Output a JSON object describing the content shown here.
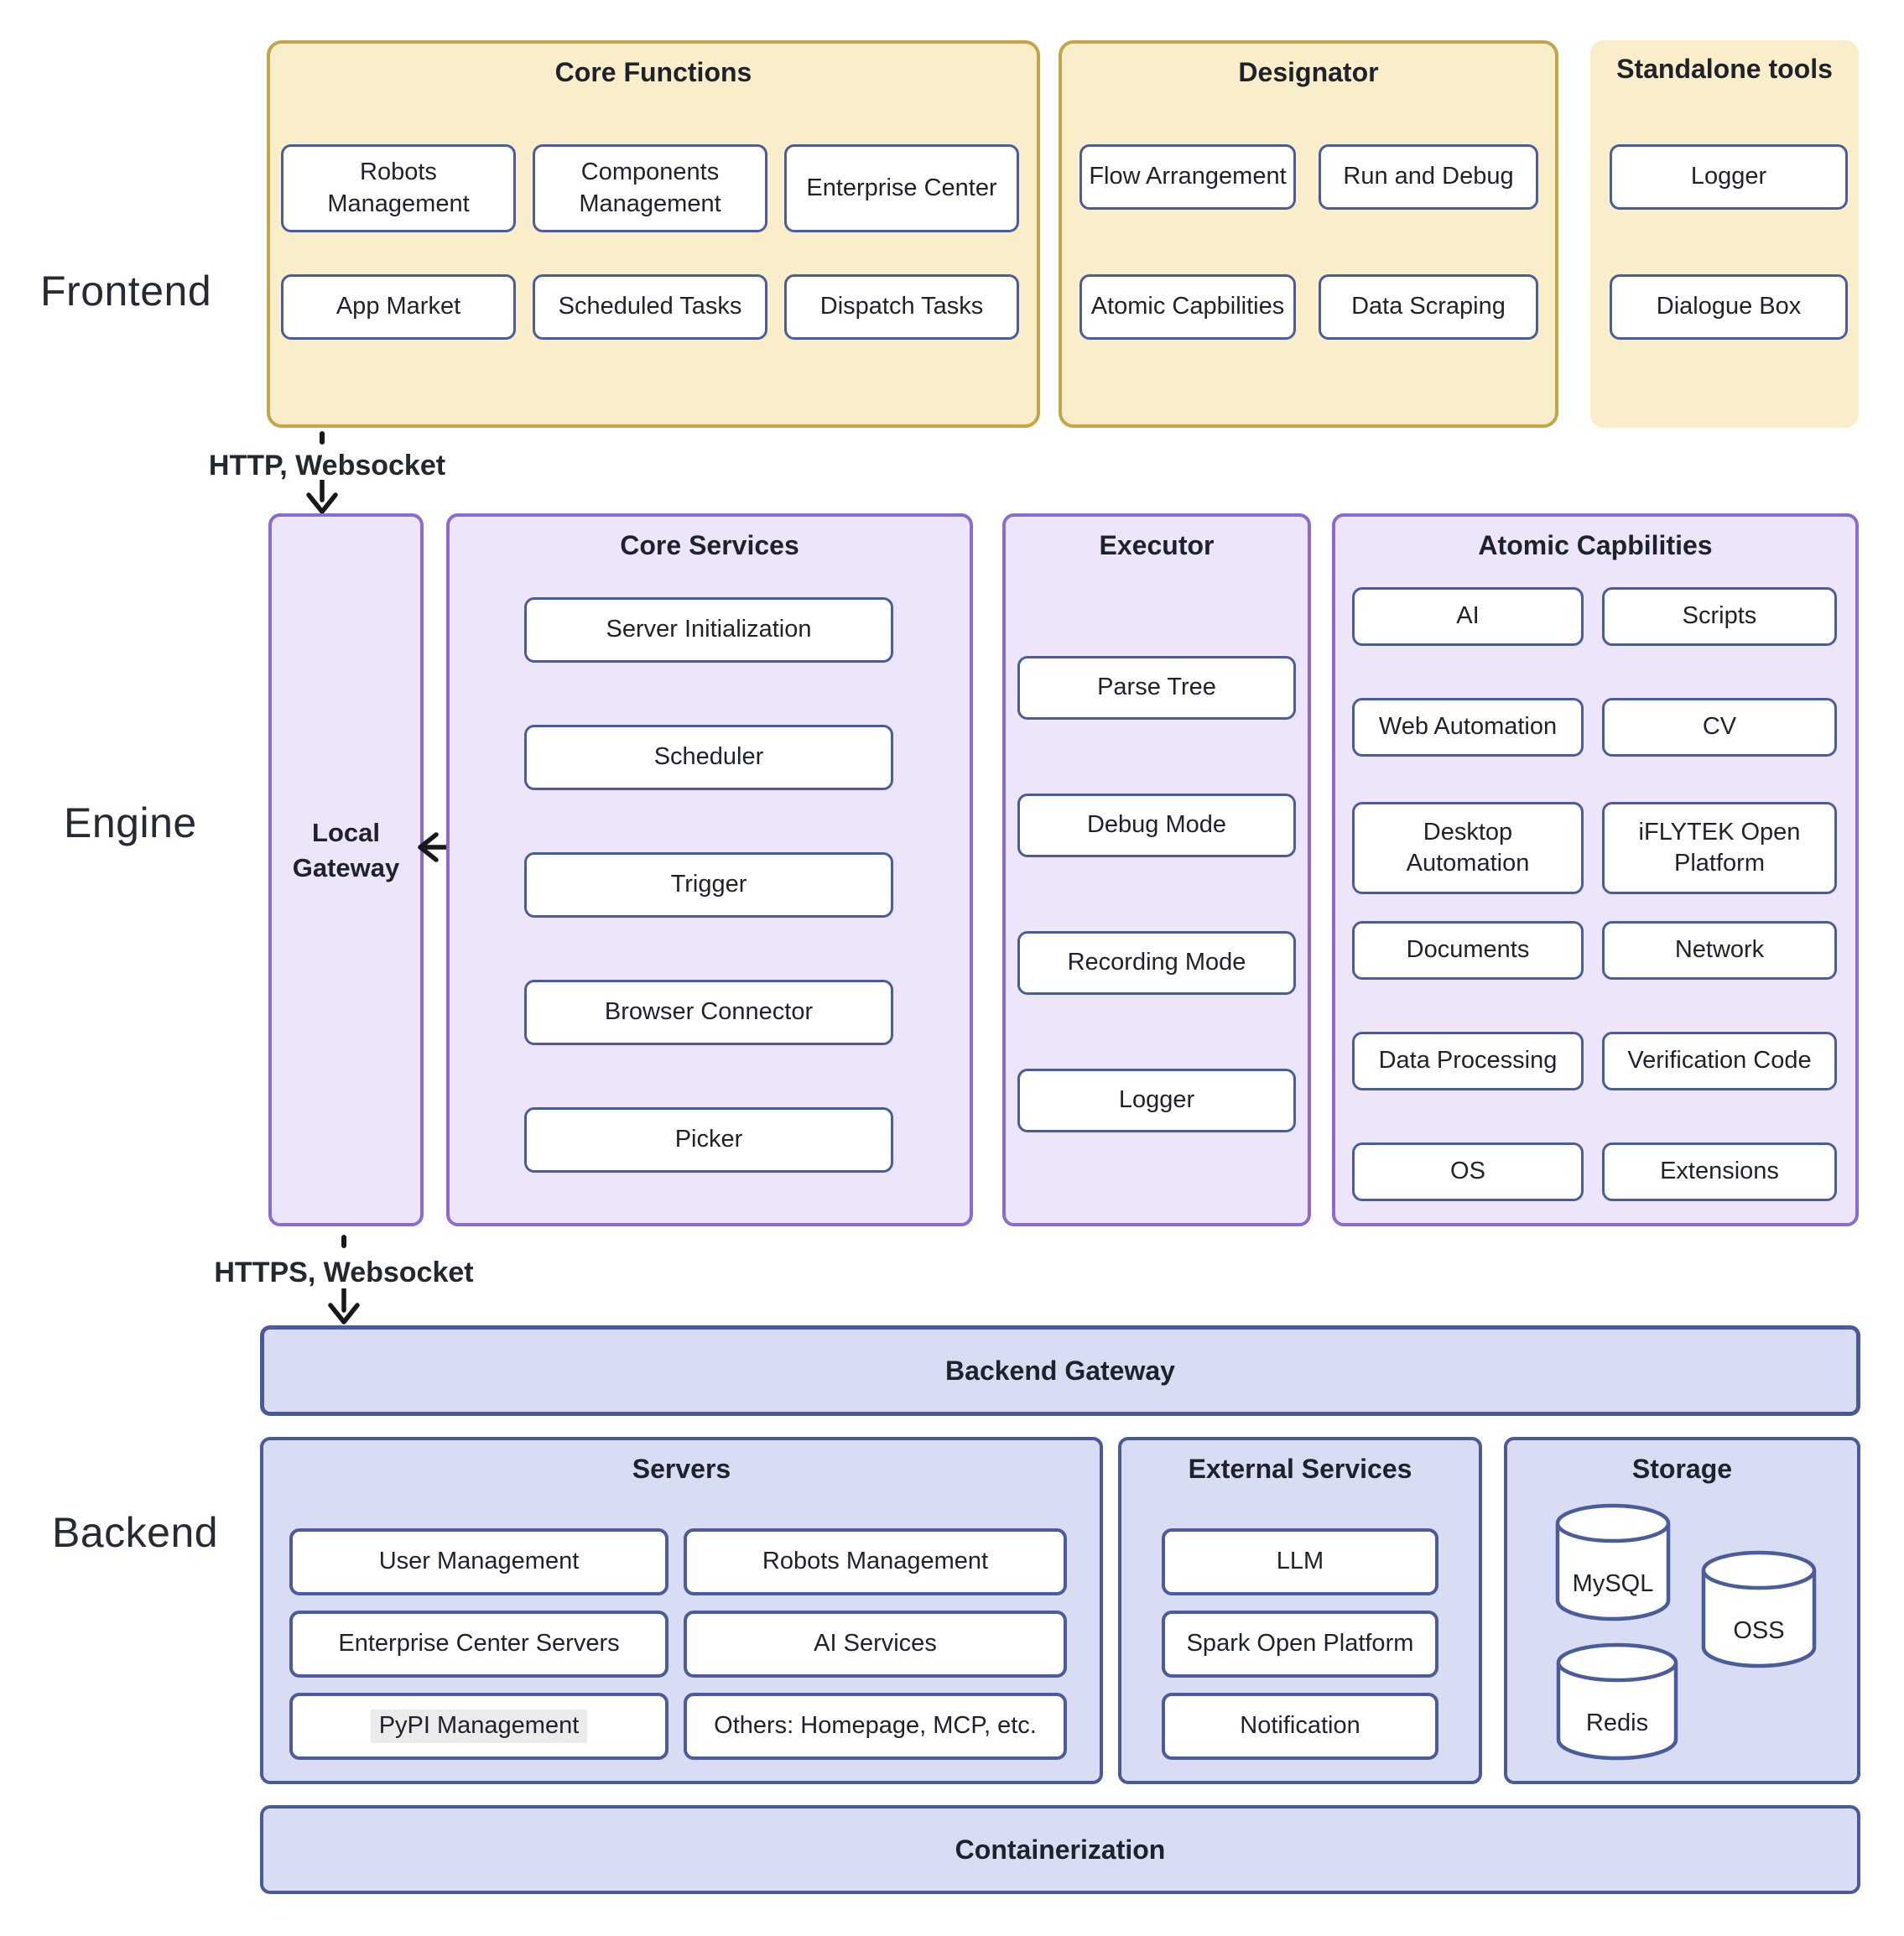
{
  "colors": {
    "yellow_fill": "#faedc9",
    "yellow_border": "#c6a548",
    "purple_fill": "#ede6fa",
    "purple_border": "#8a6bd1",
    "blue_fill": "#d8ddf3",
    "blue_border": "#49599b",
    "box_border": "#4a5c9b",
    "text": "#1e222b"
  },
  "section_labels": {
    "frontend": "Frontend",
    "engine": "Engine",
    "backend": "Backend"
  },
  "frontend": {
    "core_functions": {
      "title": "Core Functions",
      "items": [
        "Robots\nManagement",
        "Components\nManagement",
        "Enterprise Center",
        "App Market",
        "Scheduled Tasks",
        "Dispatch Tasks"
      ]
    },
    "designator": {
      "title": "Designator",
      "items": [
        "Flow Arrangement",
        "Run and Debug",
        "Atomic Capbilities",
        "Data Scraping"
      ]
    },
    "standalone_tools": {
      "title": "Standalone tools",
      "items": [
        "Logger",
        "Dialogue Box"
      ]
    }
  },
  "connections": {
    "frontend_engine": "HTTP, Websocket",
    "engine_backend": "HTTPS, Websocket"
  },
  "engine": {
    "local_gateway": {
      "label": "Local\nGateway"
    },
    "core_services": {
      "title": "Core Services",
      "items": [
        "Server Initialization",
        "Scheduler",
        "Trigger",
        "Browser Connector",
        "Picker"
      ]
    },
    "executor": {
      "title": "Executor",
      "items": [
        "Parse Tree",
        "Debug  Mode",
        "Recording Mode",
        "Logger"
      ]
    },
    "atomic_capabilities": {
      "title": "Atomic Capbilities",
      "items": [
        "AI",
        "Scripts",
        "Web Automation",
        "CV",
        "Desktop\nAutomation",
        "iFLYTEK Open\nPlatform",
        "Documents",
        "Network",
        "Data Processing",
        "Verification Code",
        "OS",
        "Extensions"
      ]
    }
  },
  "backend": {
    "gateway": {
      "title": "Backend Gateway"
    },
    "servers": {
      "title": "Servers",
      "items": [
        "User Management",
        "Robots Management",
        "Enterprise Center Servers",
        "AI Services",
        "PyPI Management",
        "Others: Homepage, MCP, etc."
      ]
    },
    "external_services": {
      "title": "External Services",
      "items": [
        "LLM",
        "Spark Open Platform",
        "Notification"
      ]
    },
    "storage": {
      "title": "Storage",
      "items": [
        "MySQL",
        "OSS",
        "Redis"
      ]
    },
    "containerization": {
      "title": "Containerization"
    }
  }
}
